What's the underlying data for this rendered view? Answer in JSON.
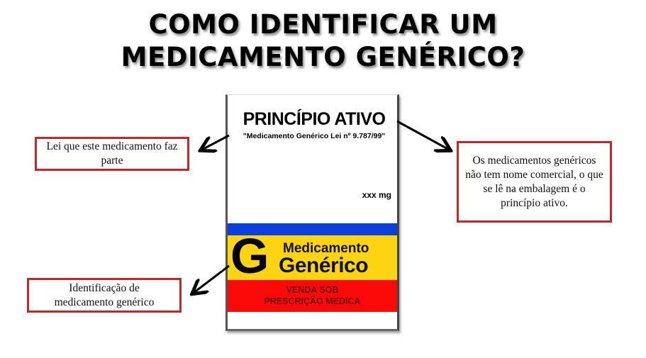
{
  "title": {
    "line1": "COMO IDENTIFICAR UM",
    "line2": "MEDICAMENTO GENÉRICO?"
  },
  "package": {
    "active_ingredient": "PRINCÍPIO ATIVO",
    "law_text": "\"Medicamento Genérico Lei nº 9.787/99\"",
    "dose": "xxx mg",
    "g_letter": "G",
    "generic_label_line1": "Medicamento",
    "generic_label_line2": "Genérico",
    "prescription_line1": "VENDA SOB",
    "prescription_line2": "PRESCRIÇÃO MEDICA",
    "colors": {
      "blue": "#0d3fe0",
      "yellow": "#fcd411",
      "red": "#fc0a0a"
    }
  },
  "callouts": {
    "law": "Lei que este medicamento faz parte",
    "active": "Os medicamentos genéricos não tem nome comercial, o que se lê na embalagem é o princípio ativo.",
    "identification": "Identificação de medicamento genérico",
    "border_color": "#c0282c"
  }
}
